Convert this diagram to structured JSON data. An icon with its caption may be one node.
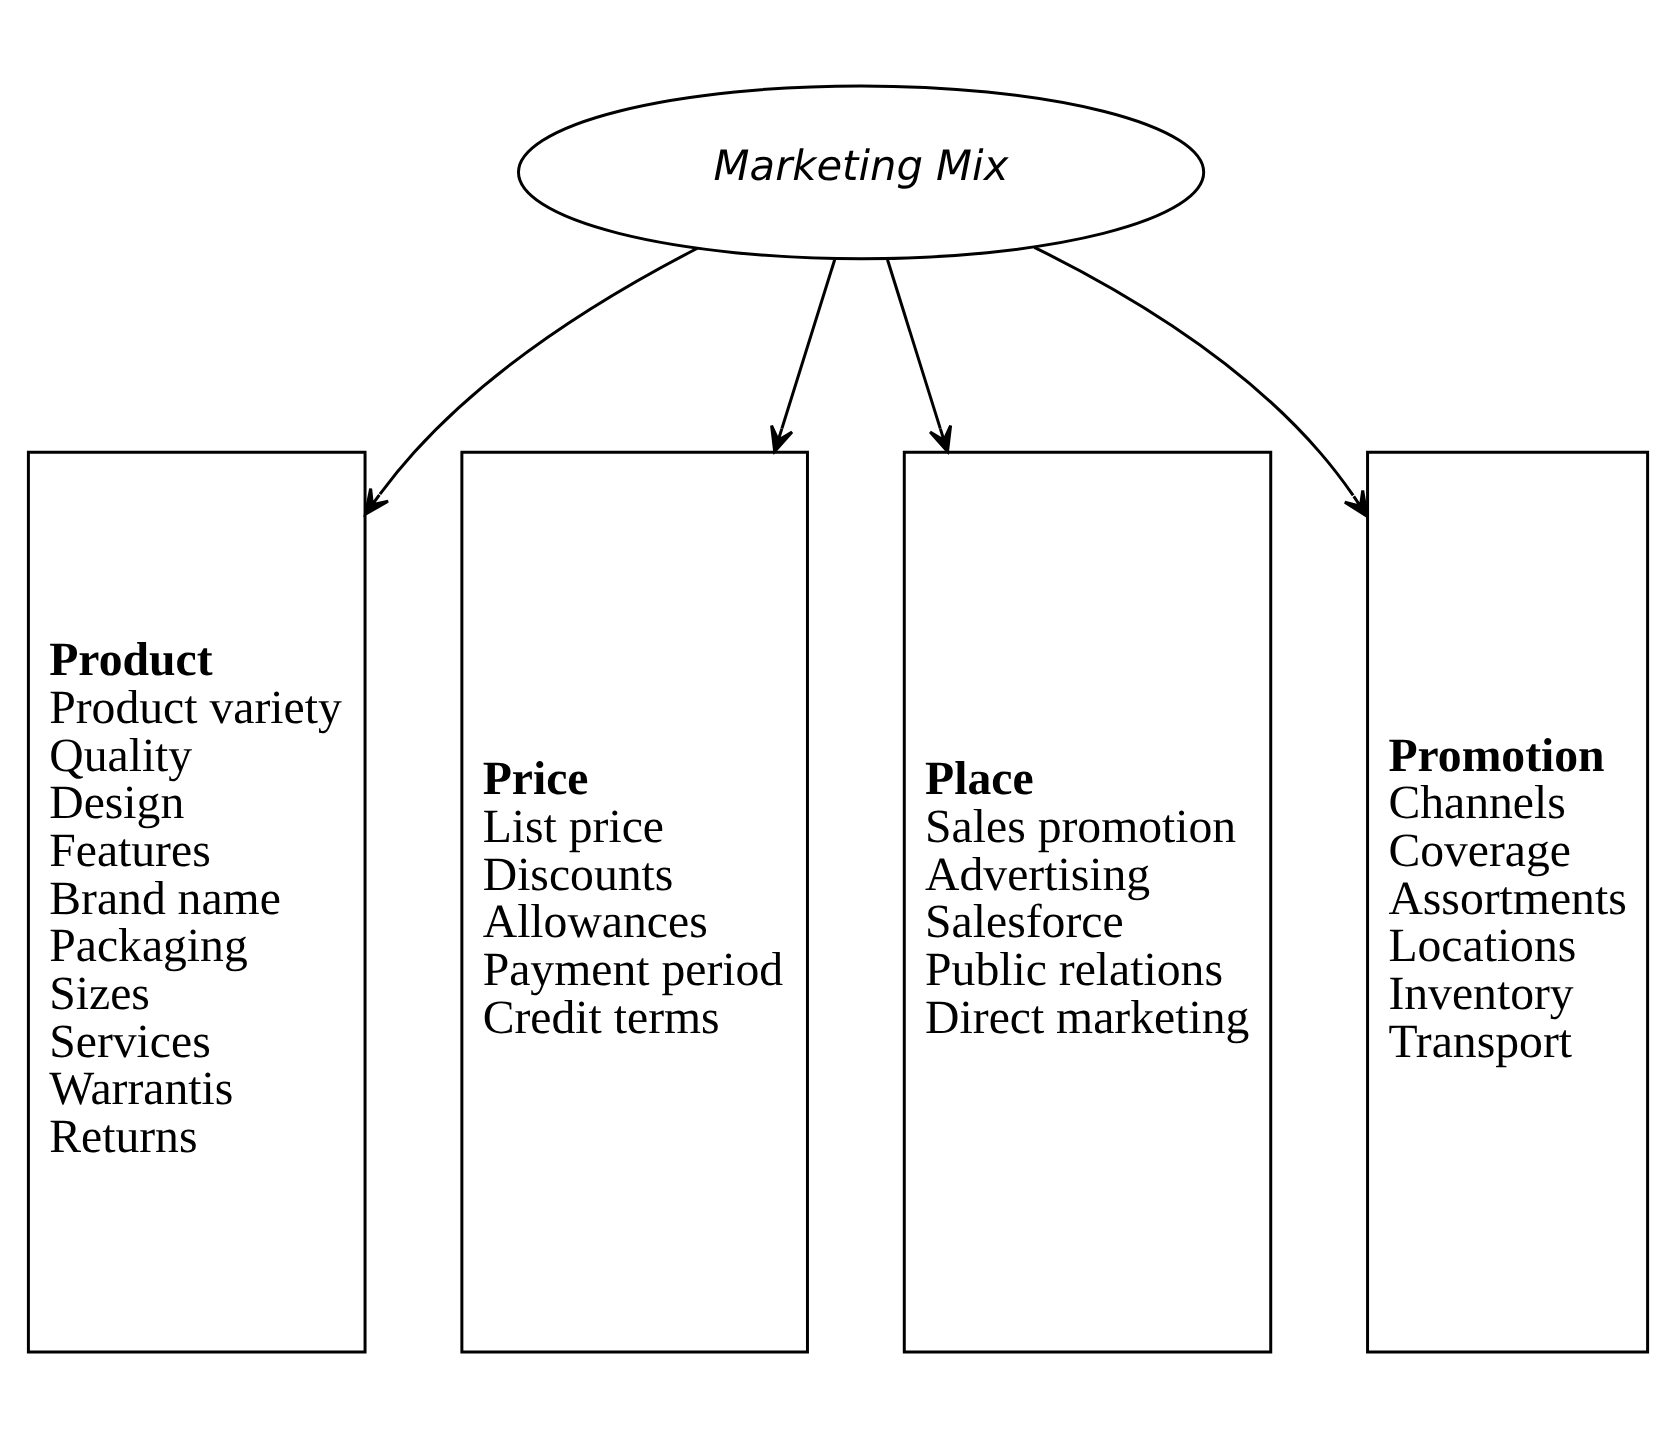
{
  "diagram": {
    "nodes": [
      {
        "text": [
          "Marketing Mix"
        ]
      },
      {
        "text": [
          "Product",
          "Product variety",
          "Quality",
          "Design",
          "Features",
          "Brand name",
          "Packaging",
          "Sizes",
          "Services",
          "Warrantis",
          "Returns"
        ]
      },
      {
        "text": [
          "Price",
          "List price",
          "Discounts",
          "Allowances",
          "Payment period",
          "Credit terms"
        ]
      },
      {
        "text": [
          "Place",
          "Sales promotion",
          "Advertising",
          "Salesforce",
          "Public relations",
          "Direct marketing"
        ]
      },
      {
        "text": [
          "Promotion",
          "Channels",
          "Coverage",
          "Assortments",
          "Locations",
          "Inventory",
          "Transport"
        ]
      }
    ],
    "edges": [
      {
        "from": 0,
        "to": 1,
        "arrow": "to"
      },
      {
        "from": 0,
        "to": 2,
        "arrow": "to"
      },
      {
        "from": 0,
        "to": 3,
        "arrow": "to"
      },
      {
        "from": 0,
        "to": 4,
        "arrow": "to"
      }
    ]
  }
}
